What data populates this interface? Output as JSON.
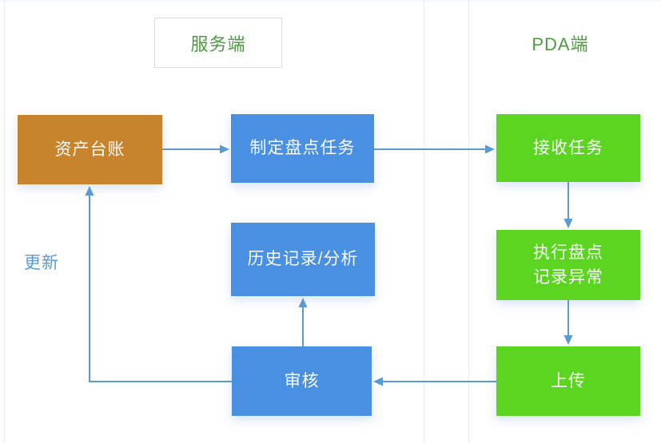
{
  "colors": {
    "box_orange": "#C8832D",
    "box_blue": "#4A90E2",
    "box_green": "#5CD521",
    "arrow_blue": "#5B9BD5",
    "header_green": "#4E9A43",
    "divider_gray": "#E9EBEF"
  },
  "lanes": {
    "server": {
      "label": "服务端"
    },
    "pda": {
      "label": "PDA端"
    }
  },
  "nodes": {
    "asset_ledger": {
      "label": "资产台账"
    },
    "create_task": {
      "label": "制定盘点任务"
    },
    "history_analysis": {
      "label": "历史记录/分析"
    },
    "review": {
      "label": "审核"
    },
    "receive_task": {
      "label": "接收任务"
    },
    "execute_inventory": {
      "label": "执行盘点\n记录异常"
    },
    "upload": {
      "label": "上传"
    }
  },
  "edges": {
    "update_label": "更新"
  }
}
